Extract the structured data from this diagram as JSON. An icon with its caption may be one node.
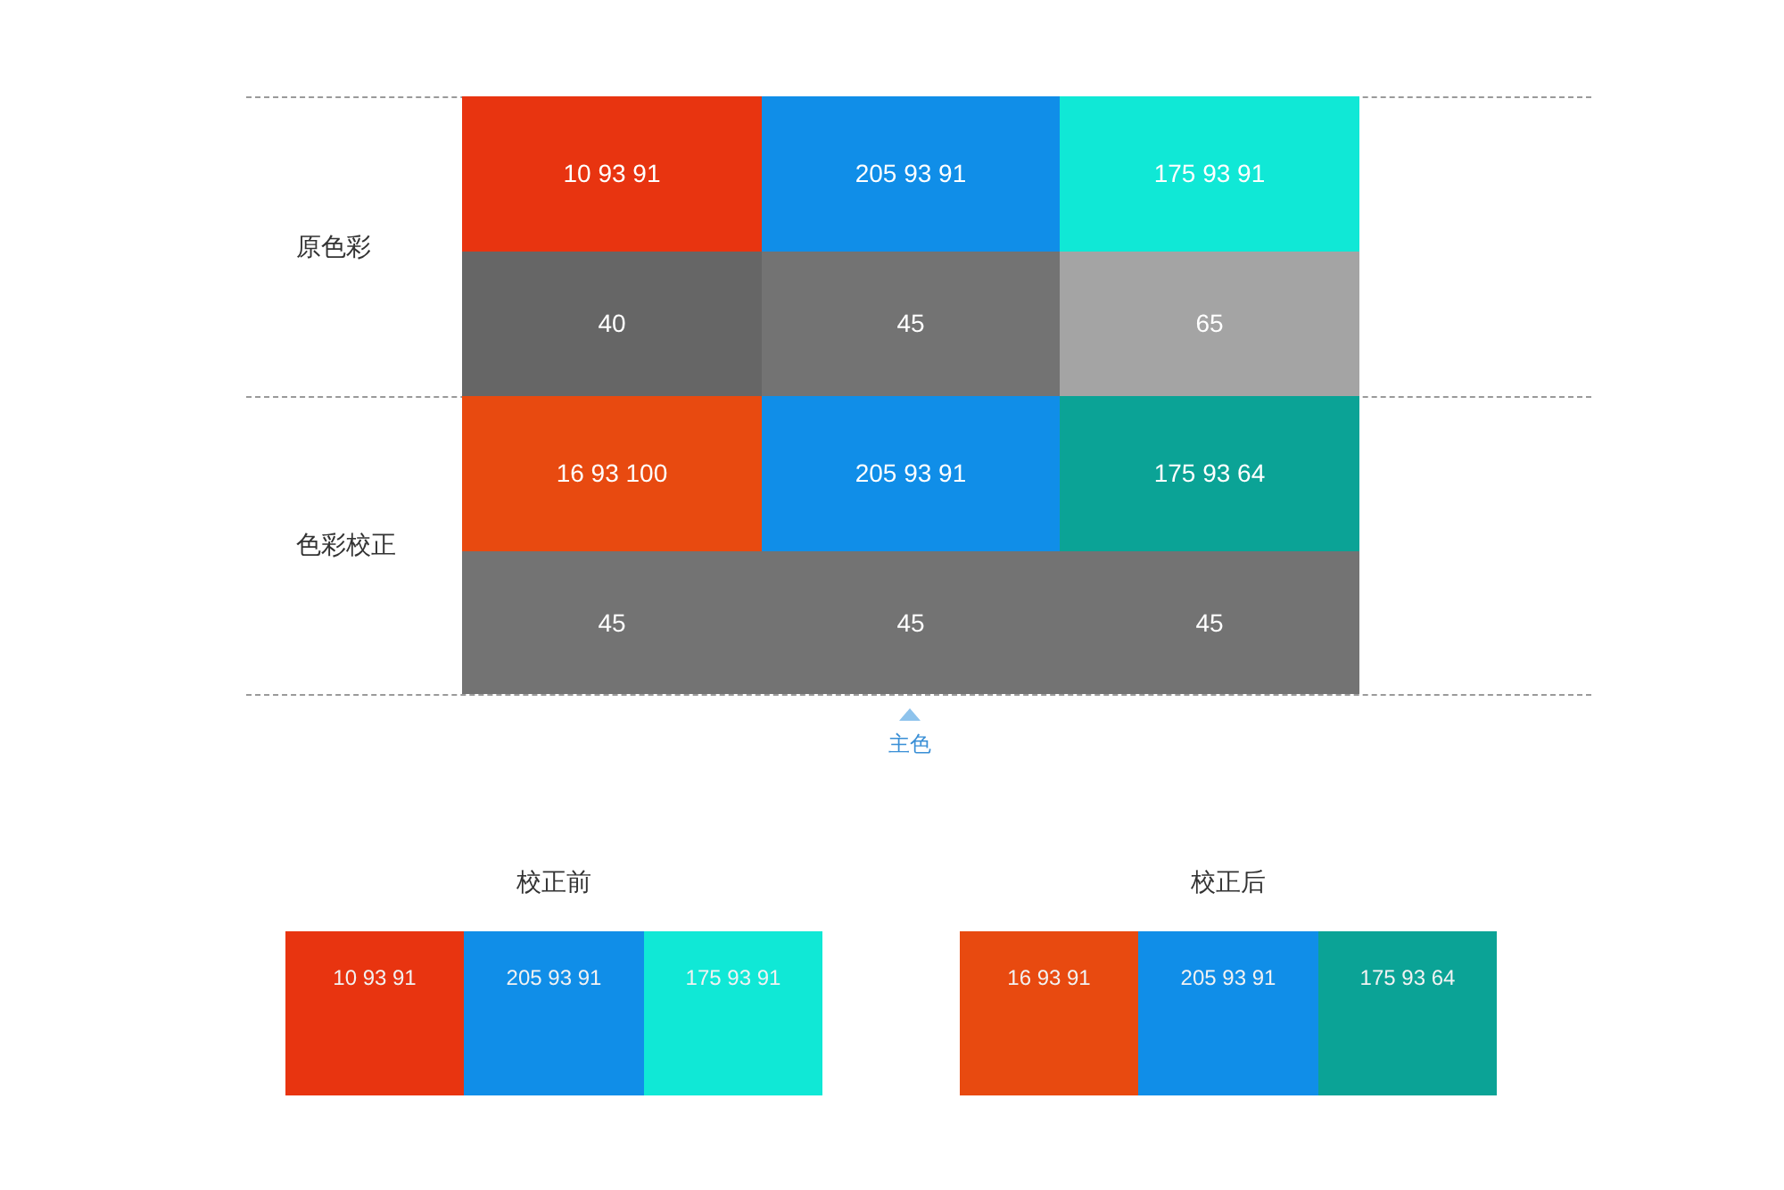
{
  "diagram": {
    "nodes": [
      {
        "text": [
          "原色彩"
        ]
      },
      {
        "text": [
          "10 93 91"
        ],
        "in": 0
      },
      {
        "text": [
          "205 93 91"
        ],
        "in": 0
      },
      {
        "text": [
          "175 93 91"
        ],
        "in": 0
      },
      {
        "text": [
          "40"
        ],
        "in": 0
      },
      {
        "text": [
          "45"
        ],
        "in": 0
      },
      {
        "text": [
          "65"
        ],
        "in": 0
      },
      {
        "text": [
          "色彩校正"
        ]
      },
      {
        "text": [
          "16 93 100"
        ],
        "in": 7
      },
      {
        "text": [
          "205 93 91"
        ],
        "in": 7
      },
      {
        "text": [
          "175 93 64"
        ],
        "in": 7
      },
      {
        "text": [
          "45"
        ],
        "in": 7
      },
      {
        "text": [
          "45"
        ],
        "in": 7
      },
      {
        "text": [
          "45"
        ],
        "in": 7
      },
      {
        "text": [
          "校正前"
        ]
      },
      {
        "text": [
          "10 93 91"
        ],
        "in": 14
      },
      {
        "text": [
          "205 93 91"
        ],
        "in": 14
      },
      {
        "text": [
          "175 93 91"
        ],
        "in": 14
      },
      {
        "text": [
          "校正后"
        ]
      },
      {
        "text": [
          "16 93 91"
        ],
        "in": 18
      },
      {
        "text": [
          "205 93 91"
        ],
        "in": 18
      },
      {
        "text": [
          "175 93 64"
        ],
        "in": 18
      }
    ],
    "labels": [
      "主色"
    ]
  }
}
